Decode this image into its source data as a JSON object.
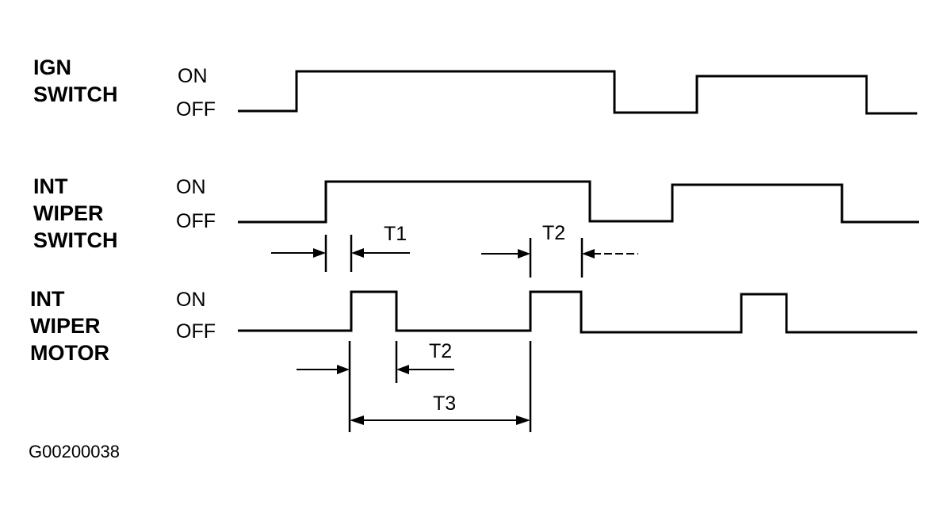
{
  "signals": [
    {
      "label_lines": [
        "IGN",
        "SWITCH"
      ],
      "on_label": "ON",
      "off_label": "OFF"
    },
    {
      "label_lines": [
        "INT",
        "WIPER",
        "SWITCH"
      ],
      "on_label": "ON",
      "off_label": "OFF"
    },
    {
      "label_lines": [
        "INT",
        "WIPER",
        "MOTOR"
      ],
      "on_label": "ON",
      "off_label": "OFF"
    }
  ],
  "timings": {
    "t1": "T1",
    "t2_switch": "T2",
    "t2_motor": "T2",
    "t3": "T3"
  },
  "figure_id": "G00200038"
}
